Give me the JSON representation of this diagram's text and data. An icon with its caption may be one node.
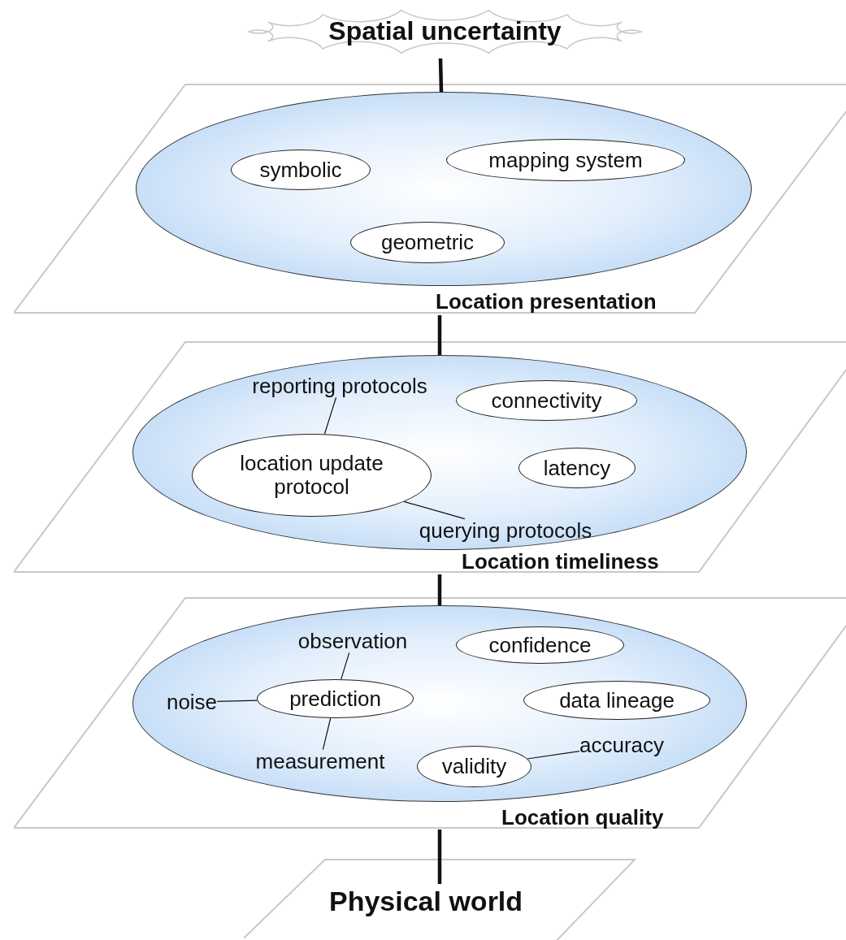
{
  "diagram": {
    "nodes": [
      {
        "text": [
          "Spatial uncertainty"
        ]
      },
      {
        "text": [
          "Location presentation"
        ]
      },
      {
        "text": [],
        "shape": "ellipse",
        "in": 1
      },
      {
        "text": [
          "symbolic"
        ],
        "in": 2
      },
      {
        "text": [
          "mapping system"
        ],
        "in": 2
      },
      {
        "text": [
          "geometric"
        ],
        "in": 2
      },
      {
        "text": [
          "Location timeliness"
        ]
      },
      {
        "text": [],
        "shape": "ellipse",
        "in": 6
      },
      {
        "text": [
          "reporting protocols"
        ],
        "in": 7
      },
      {
        "text": [
          "connectivity"
        ],
        "in": 7
      },
      {
        "text": [
          "location update protocol"
        ],
        "in": 7
      },
      {
        "text": [
          "latency"
        ],
        "in": 7
      },
      {
        "text": [
          "querying protocols"
        ],
        "in": 7
      },
      {
        "text": [
          "Location quality"
        ]
      },
      {
        "text": [],
        "shape": "ellipse",
        "in": 13
      },
      {
        "text": [
          "observation"
        ],
        "in": 14
      },
      {
        "text": [
          "confidence"
        ],
        "in": 14
      },
      {
        "text": [
          "noise"
        ],
        "in": 14
      },
      {
        "text": [
          "prediction"
        ],
        "in": 14
      },
      {
        "text": [
          "data lineage"
        ],
        "in": 14
      },
      {
        "text": [
          "accuracy"
        ],
        "in": 14
      },
      {
        "text": [
          "measurement"
        ],
        "in": 14
      },
      {
        "text": [
          "validity"
        ],
        "in": 14
      },
      {
        "text": [
          "Physical world"
        ]
      }
    ],
    "edges": [
      {
        "from": 0,
        "to": 2,
        "arrow": "none",
        "style": "thick"
      },
      {
        "from": 1,
        "to": 7,
        "arrow": "none",
        "style": "thick"
      },
      {
        "from": 8,
        "to": 10,
        "arrow": "none"
      },
      {
        "from": 10,
        "to": 12,
        "arrow": "none"
      },
      {
        "from": 6,
        "to": 14,
        "arrow": "none",
        "style": "thick"
      },
      {
        "from": 15,
        "to": 18,
        "arrow": "none"
      },
      {
        "from": 17,
        "to": 18,
        "arrow": "none"
      },
      {
        "from": 21,
        "to": 18,
        "arrow": "none"
      },
      {
        "from": 22,
        "to": 20,
        "arrow": "none"
      },
      {
        "from": 13,
        "to": 23,
        "arrow": "none",
        "style": "thick"
      }
    ]
  }
}
